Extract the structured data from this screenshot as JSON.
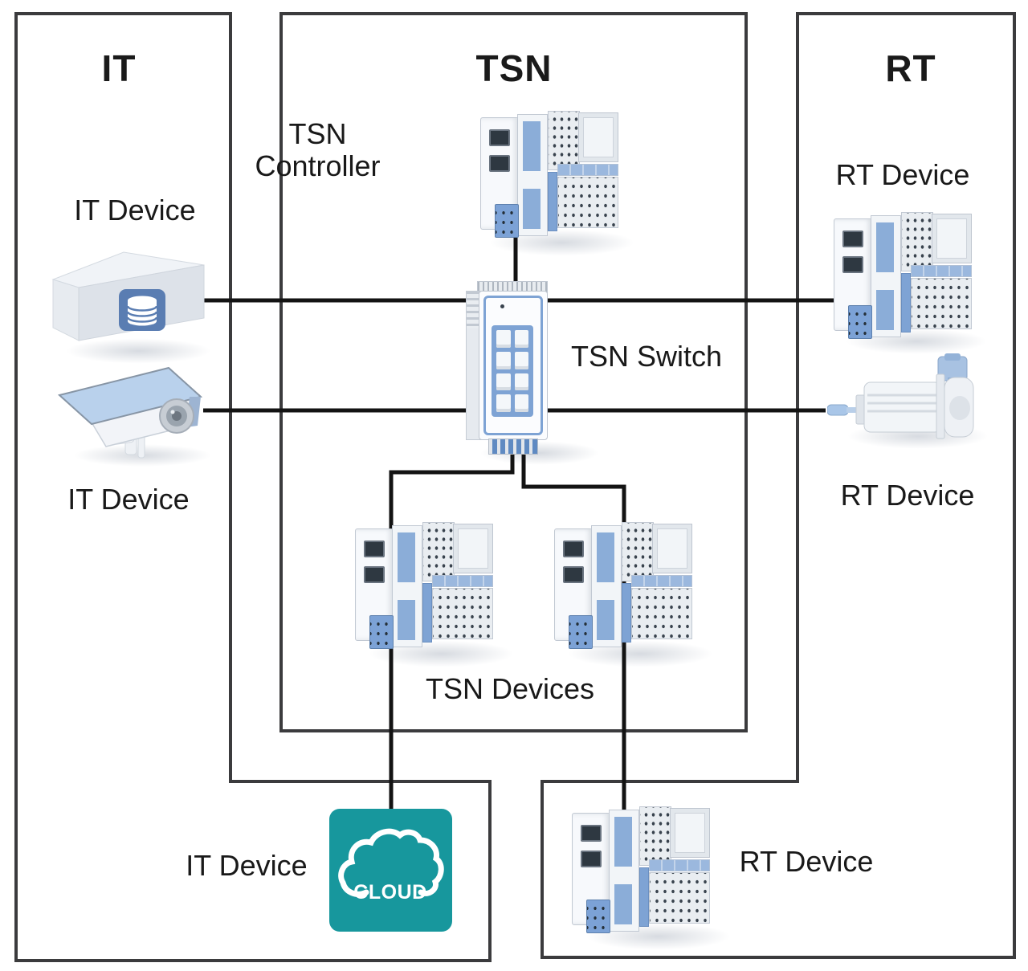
{
  "title": "IT / TSN / RT network architecture diagram",
  "colors": {
    "zone_border": "#3b3b3d",
    "link_line": "#131313",
    "cloud_teal": "#17979d",
    "accent_blue": "#7ea3d4",
    "device_blue": "#8badd8",
    "icon_blue": "#5a7db2",
    "label_text": "#191919"
  },
  "zones": {
    "it": {
      "label": "IT",
      "items": [
        {
          "label": "IT Device",
          "icon": "server-database-icon"
        },
        {
          "label": "IT Device",
          "icon": "security-camera-icon"
        },
        {
          "label": "IT Device",
          "icon": "cloud-icon",
          "icon_text": "CLOUD"
        }
      ]
    },
    "tsn": {
      "label": "TSN",
      "items": [
        {
          "label": "TSN Controller",
          "icon": "plc-controller-icon"
        },
        {
          "label": "TSN Switch",
          "icon": "network-switch-icon"
        },
        {
          "label": "TSN Devices",
          "icon": "plc-device-icon"
        }
      ]
    },
    "rt": {
      "label": "RT",
      "items": [
        {
          "label": "RT Device",
          "icon": "plc-device-icon"
        },
        {
          "label": "RT Device",
          "icon": "servo-motor-icon"
        },
        {
          "label": "RT Device",
          "icon": "plc-device-icon"
        }
      ]
    }
  }
}
